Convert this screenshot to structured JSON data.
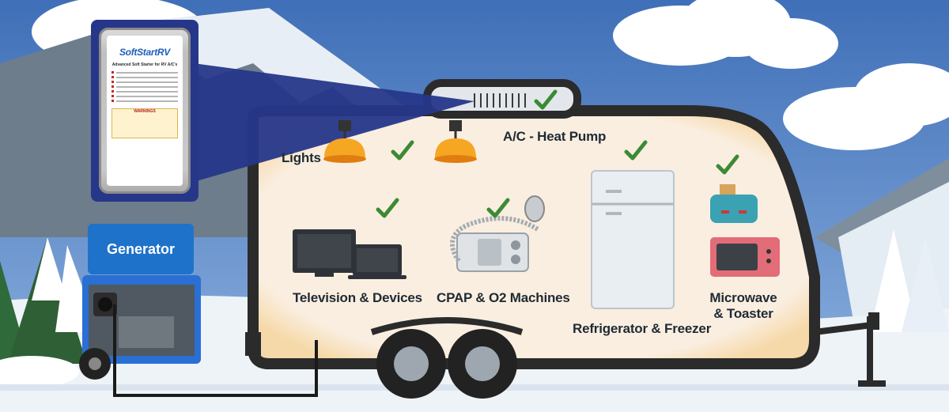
{
  "labels": {
    "generator": "Generator",
    "ac": "A/C - Heat Pump",
    "lights": "Lights",
    "tv": "Television & Devices",
    "cpap": "CPAP & O2 Machines",
    "fridge": "Refrigerator & Freezer",
    "microwave_line1": "Microwave",
    "microwave_line2": "& Toaster"
  },
  "device": {
    "brand": "SoftStartRV",
    "tagline": "Advanced Soft Starter for RV A/C's",
    "warning": "WARNINGS"
  },
  "icons": [
    "checkmark-icon",
    "lamp-icon",
    "tv-icon",
    "laptop-icon",
    "cpap-icon",
    "fridge-icon",
    "toaster-icon",
    "microwave-icon",
    "generator-icon",
    "softstart-device-icon"
  ],
  "colors": {
    "sky": "#5a86c8",
    "check": "#3c8a35",
    "generator_badge": "#1f72c9",
    "rv_interior": "#faeee0",
    "lamp": "#f5a623"
  }
}
